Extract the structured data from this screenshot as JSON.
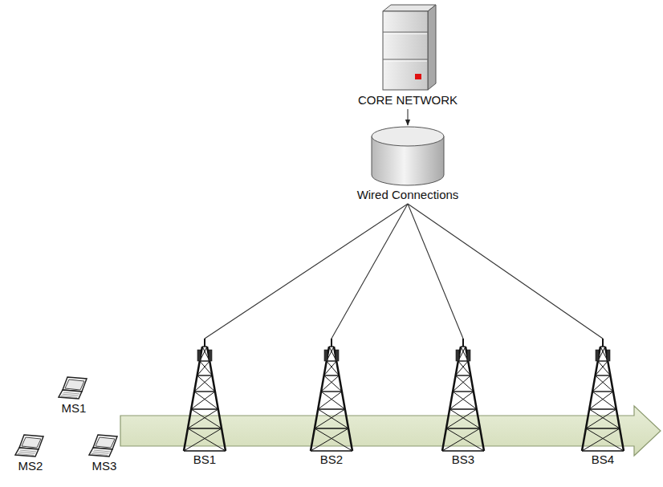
{
  "diagram": {
    "nodes": [
      {
        "text": [
          "CORE NETWORK"
        ]
      },
      {
        "text": [
          "Wired Connections"
        ]
      },
      {
        "text": [
          "MS1"
        ]
      },
      {
        "text": [
          "MS2"
        ]
      },
      {
        "text": [
          "MS3"
        ]
      },
      {
        "text": [
          "BS1"
        ]
      },
      {
        "text": [
          "BS2"
        ]
      },
      {
        "text": [
          "BS3"
        ]
      },
      {
        "text": [
          "BS4"
        ]
      }
    ],
    "edges": [
      {
        "from": 0,
        "to": 1,
        "arrow": "to"
      },
      {
        "from": 1,
        "to": 5,
        "arrow": "none"
      },
      {
        "from": 1,
        "to": 6,
        "arrow": "none"
      },
      {
        "from": 1,
        "to": 7,
        "arrow": "none"
      },
      {
        "from": 1,
        "to": 8,
        "arrow": "none"
      }
    ]
  }
}
